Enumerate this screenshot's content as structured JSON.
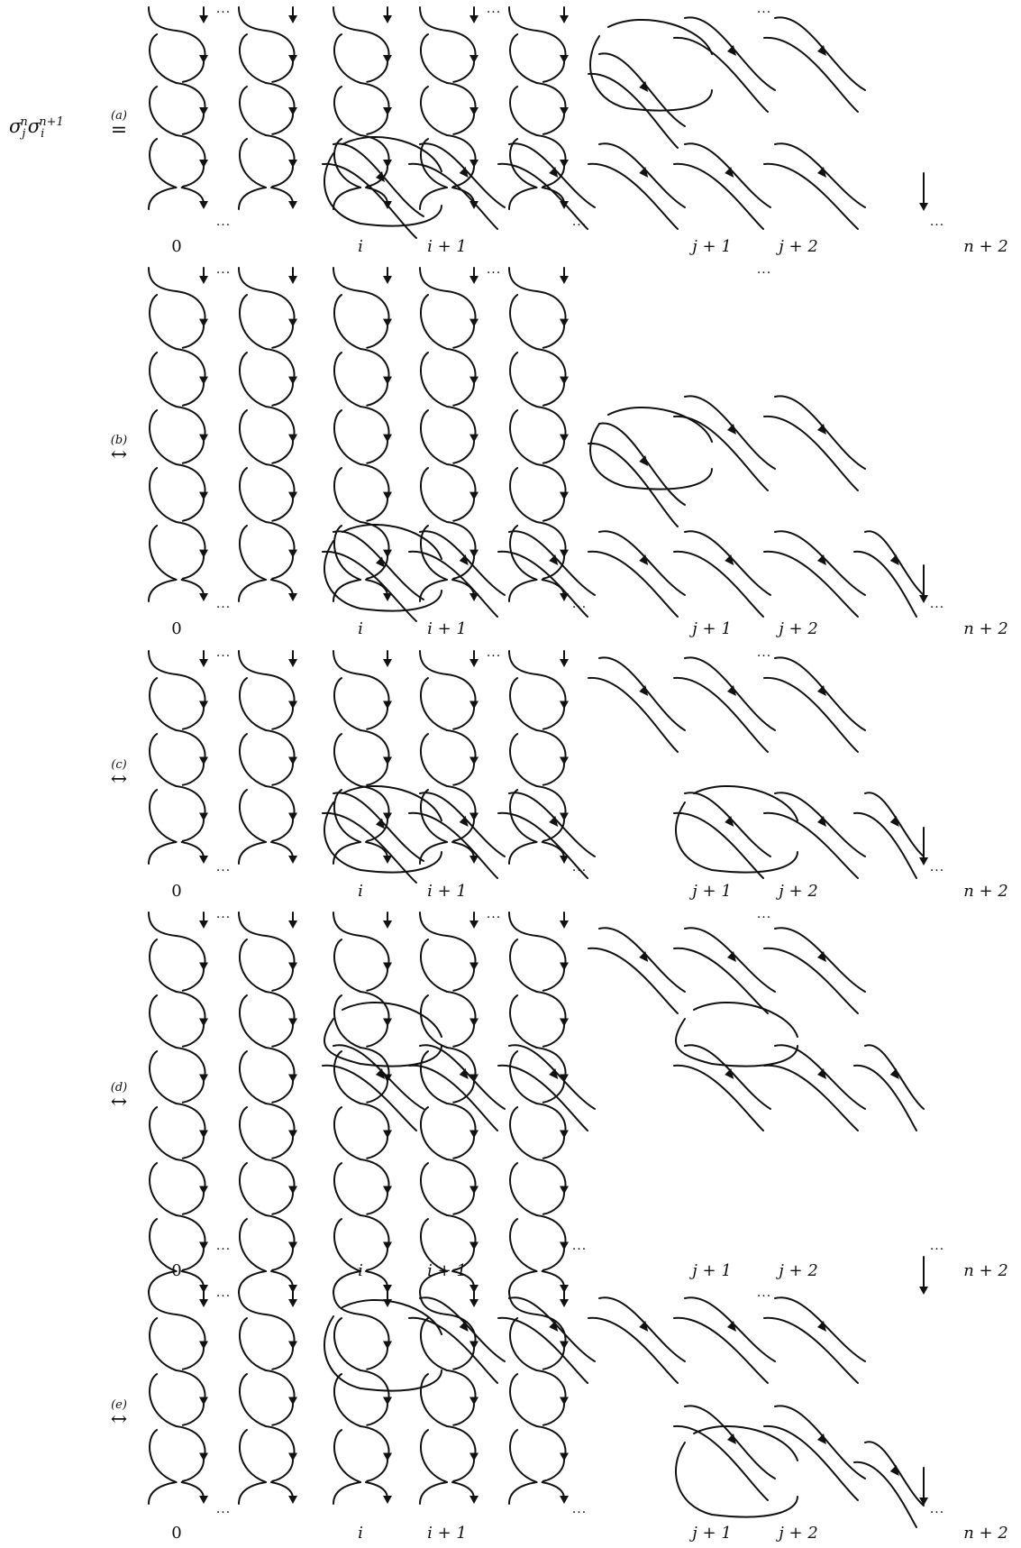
{
  "formula": {
    "lhs": "σ",
    "sub1": "j",
    "sup1": "n",
    "sub2": "i",
    "sup2": "n+1",
    "sigma2": "σ"
  },
  "panels": [
    {
      "id": "a",
      "relation_tag": "(a)",
      "relation_symbol": "="
    },
    {
      "id": "b",
      "relation_tag": "(b)",
      "relation_symbol": "↔"
    },
    {
      "id": "c",
      "relation_tag": "(c)",
      "relation_symbol": "↔"
    },
    {
      "id": "d",
      "relation_tag": "(d)",
      "relation_symbol": "↔"
    },
    {
      "id": "e",
      "relation_tag": "(e)",
      "relation_symbol": "↔"
    }
  ],
  "strand_labels": [
    "0",
    "i",
    "i + 1",
    "j + 1",
    "j + 2",
    "n + 2"
  ],
  "ellipsis": "···"
}
